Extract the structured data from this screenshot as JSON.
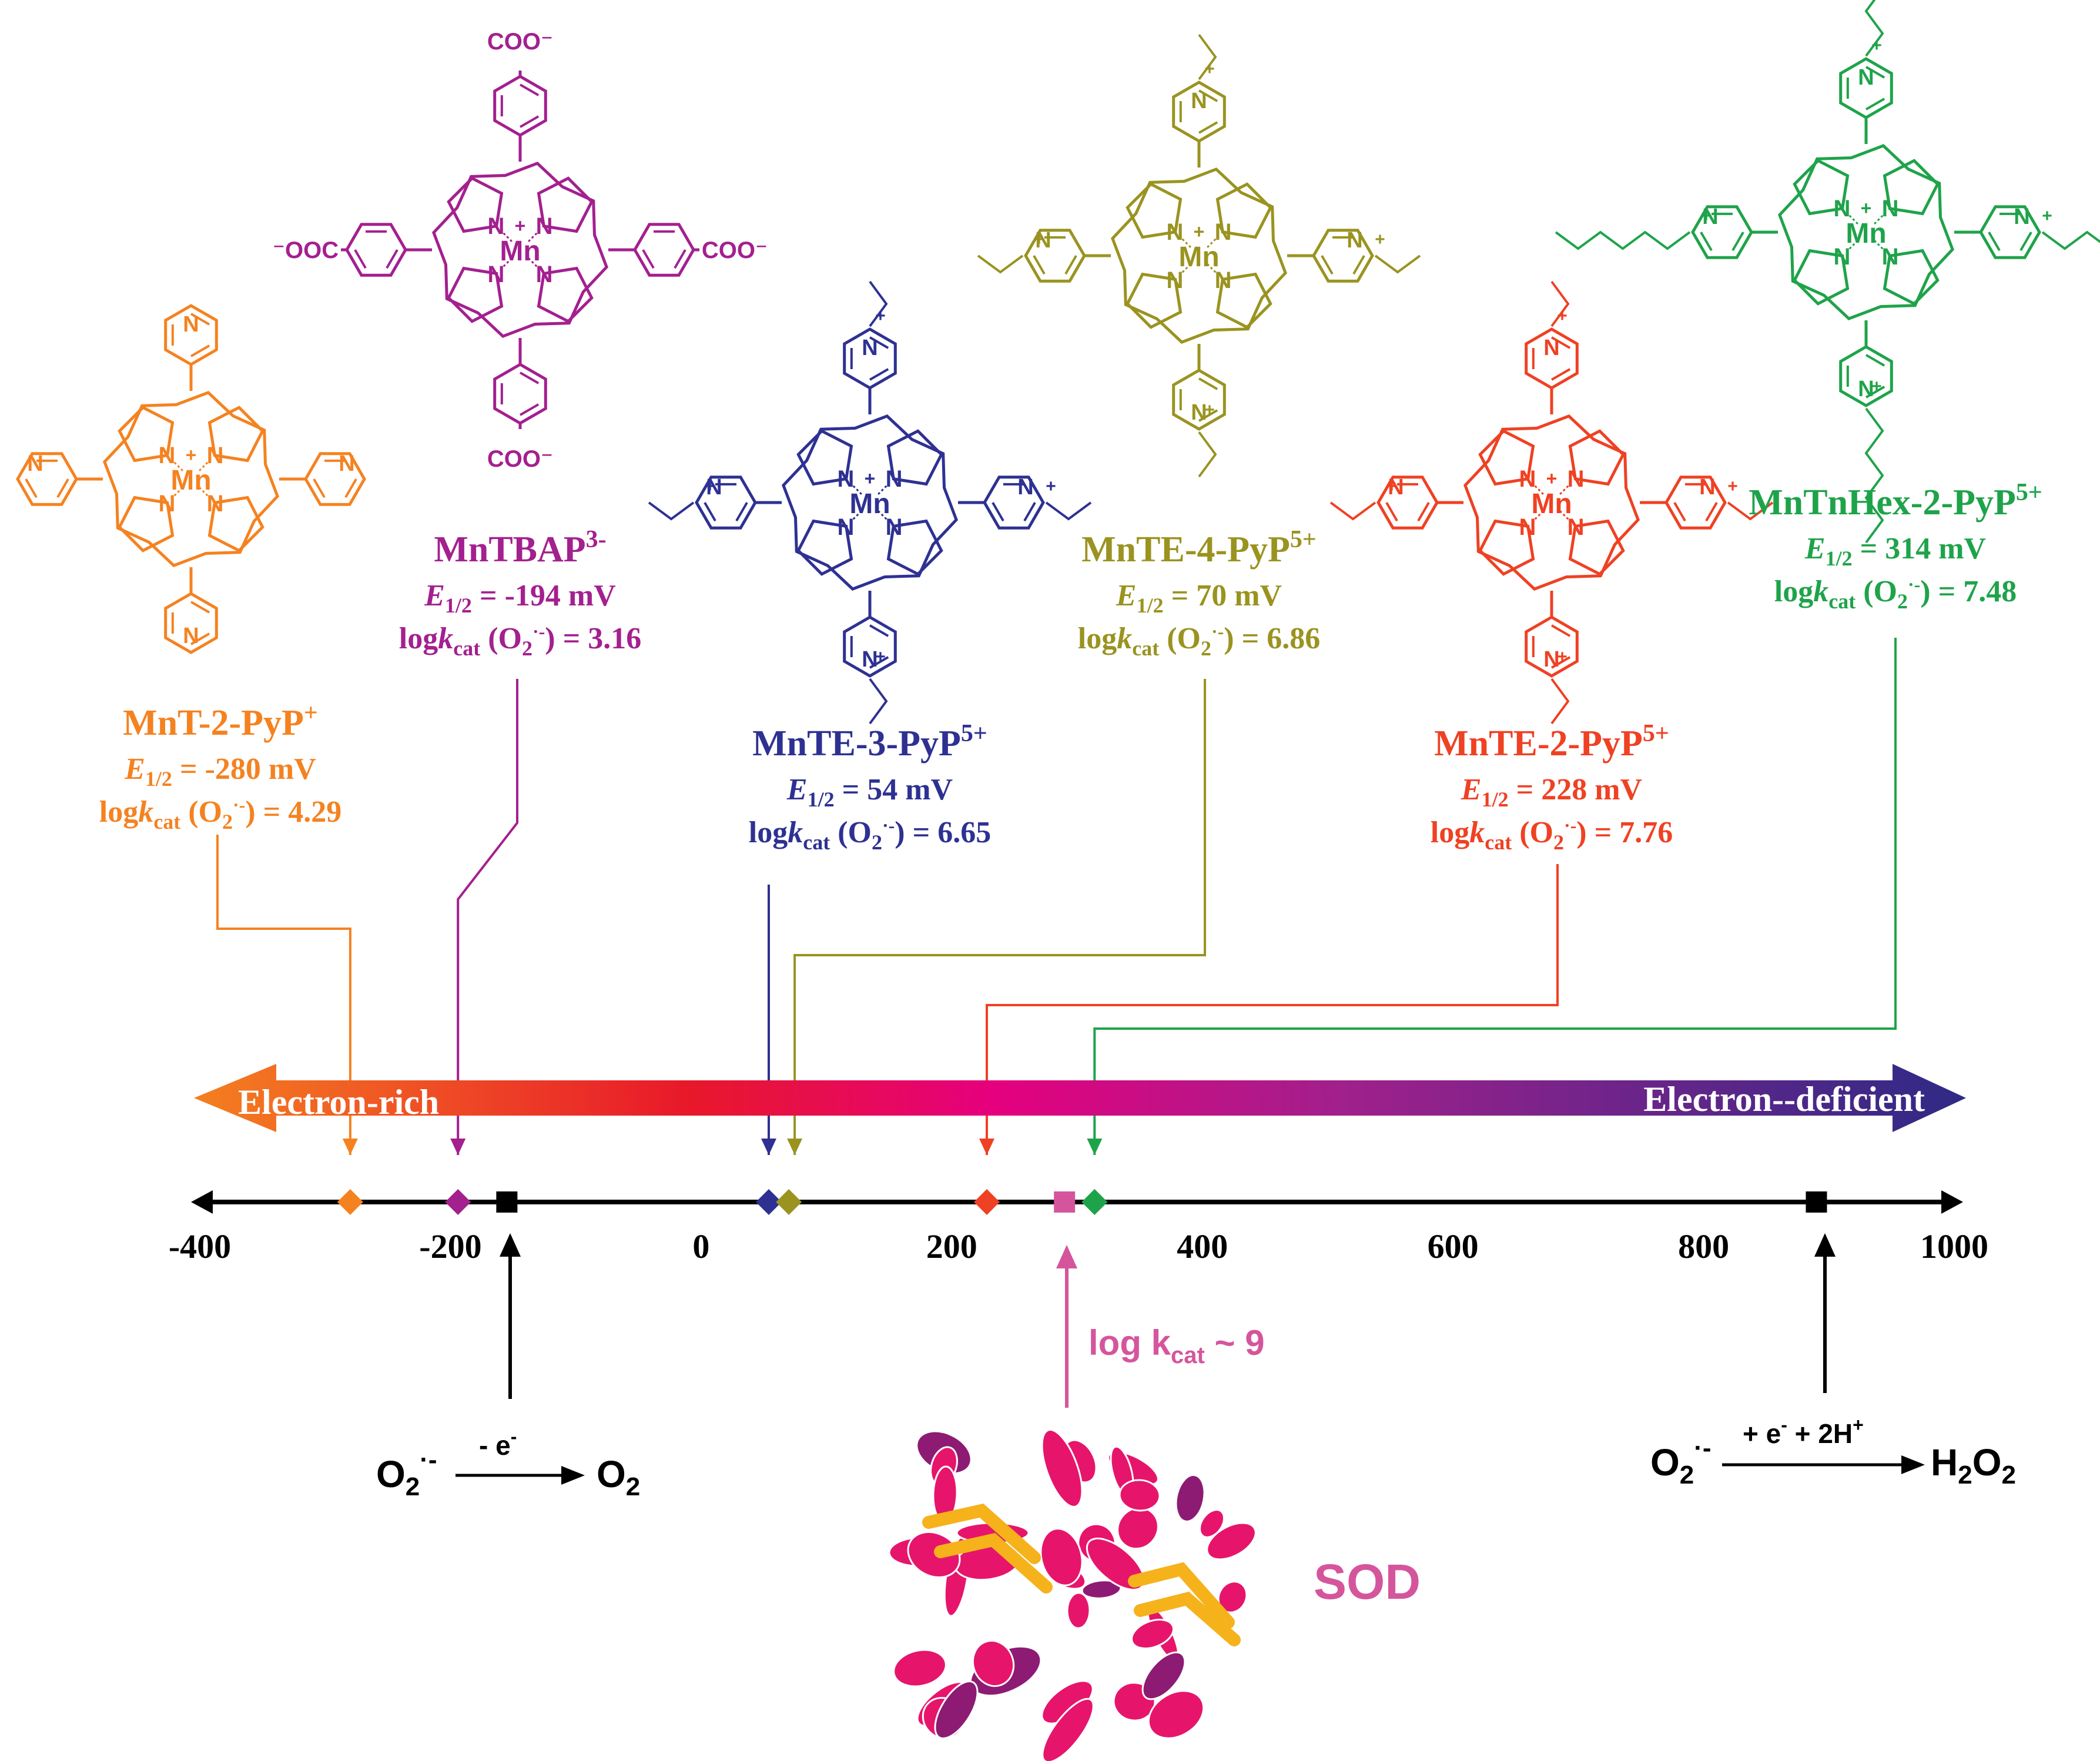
{
  "axis": {
    "ticks": [
      "-400",
      "-200",
      "0",
      "200",
      "400",
      "600",
      "800",
      "1000"
    ],
    "tick_values": [
      -400,
      -200,
      0,
      200,
      400,
      600,
      800,
      1000
    ],
    "range": [
      -400,
      1000
    ]
  },
  "gradient_bar": {
    "left_label": "Electron-rich",
    "right_label": "Electron--deficient",
    "colors": [
      "#f47f20",
      "#e8182a",
      "#e6007e",
      "#a0208c",
      "#2e2a86"
    ]
  },
  "compounds": [
    {
      "id": "mnt2pyp",
      "name": "MnT-2-PyP",
      "charge": "+",
      "e_half_label": "E",
      "e_half_sub": "1/2",
      "e_half_value": "= -280 mV",
      "logk_prefix": "log",
      "logk_k": "k",
      "logk_sub": "cat",
      "logk_species": "(O",
      "logk_species_sub": "2",
      "logk_species_sup": "·-",
      "logk_value": ") = 4.29",
      "e_half_mv": -280,
      "color": "#f58220",
      "metal": "Mn",
      "substituent": "N"
    },
    {
      "id": "mntbap",
      "name": "MnTBAP",
      "charge": "3-",
      "e_half_label": "E",
      "e_half_sub": "1/2",
      "e_half_value": "= -194 mV",
      "logk_prefix": "log",
      "logk_k": "k",
      "logk_sub": "cat",
      "logk_species": "(O",
      "logk_species_sub": "2",
      "logk_species_sup": "·-",
      "logk_value": ") = 3.16",
      "e_half_mv": -194,
      "color": "#a3208f",
      "metal": "Mn",
      "substituent": "COO"
    },
    {
      "id": "mnte3pyp",
      "name": "MnTE-3-PyP",
      "charge": "5+",
      "e_half_label": "E",
      "e_half_sub": "1/2",
      "e_half_value": "= 54 mV",
      "logk_prefix": "log",
      "logk_k": "k",
      "logk_sub": "cat",
      "logk_species": "(O",
      "logk_species_sub": "2",
      "logk_species_sup": "·-",
      "logk_value": ") = 6.65",
      "e_half_mv": 54,
      "color": "#2e3192",
      "metal": "Mn",
      "substituent": "N"
    },
    {
      "id": "mnte4pyp",
      "name": "MnTE-4-PyP",
      "charge": "5+",
      "e_half_label": "E",
      "e_half_sub": "1/2",
      "e_half_value": "= 70 mV",
      "logk_prefix": "log",
      "logk_k": "k",
      "logk_sub": "cat",
      "logk_species": "(O",
      "logk_species_sub": "2",
      "logk_species_sup": "·-",
      "logk_value": ") = 6.86",
      "e_half_mv": 70,
      "color": "#9a9320",
      "metal": "Mn",
      "substituent": "N"
    },
    {
      "id": "mnte2pyp",
      "name": "MnTE-2-PyP",
      "charge": "5+",
      "e_half_label": "E",
      "e_half_sub": "1/2",
      "e_half_value": "= 228 mV",
      "logk_prefix": "log",
      "logk_k": "k",
      "logk_sub": "cat",
      "logk_species": "(O",
      "logk_species_sub": "2",
      "logk_species_sup": "·-",
      "logk_value": ") = 7.76",
      "e_half_mv": 228,
      "color": "#ef4123",
      "metal": "Mn",
      "substituent": "N"
    },
    {
      "id": "mntnhex2pyp",
      "name": "MnTnHex-2-PyP",
      "charge": "5+",
      "e_half_label": "E",
      "e_half_sub": "1/2",
      "e_half_value": "= 314 mV",
      "logk_prefix": "log",
      "logk_k": "k",
      "logk_sub": "cat",
      "logk_species": "(O",
      "logk_species_sub": "2",
      "logk_species_sup": "·-",
      "logk_value": ") = 7.48",
      "e_half_mv": 314,
      "color": "#1fa34a",
      "metal": "Mn",
      "substituent": "N"
    }
  ],
  "markers": {
    "square_values": [
      -155,
      890
    ],
    "sod_value": 290
  },
  "sod": {
    "label": "SOD",
    "logk_prefix": "log k",
    "logk_sub": "cat",
    "logk_suffix": " ~ 9",
    "color": "#d5559c",
    "protein_colors": [
      "#e6156b",
      "#f5b21b",
      "#8d1b73"
    ]
  },
  "reactions": {
    "oxidation": {
      "reactant": "O",
      "reactant_sub": "2",
      "reactant_sup": "·-",
      "above_arrow": "- e",
      "above_arrow_sup": "-",
      "product": "O",
      "product_sub": "2"
    },
    "reduction": {
      "reactant": "O",
      "reactant_sub": "2",
      "reactant_sup": "·-",
      "above_arrow": "+ e",
      "above_arrow_sup": "-",
      "above_arrow_rest": " + 2H",
      "above_arrow_rest_sup": "+",
      "product": "H",
      "product_sub1": "2",
      "product_mid": "O",
      "product_sub2": "2"
    }
  }
}
